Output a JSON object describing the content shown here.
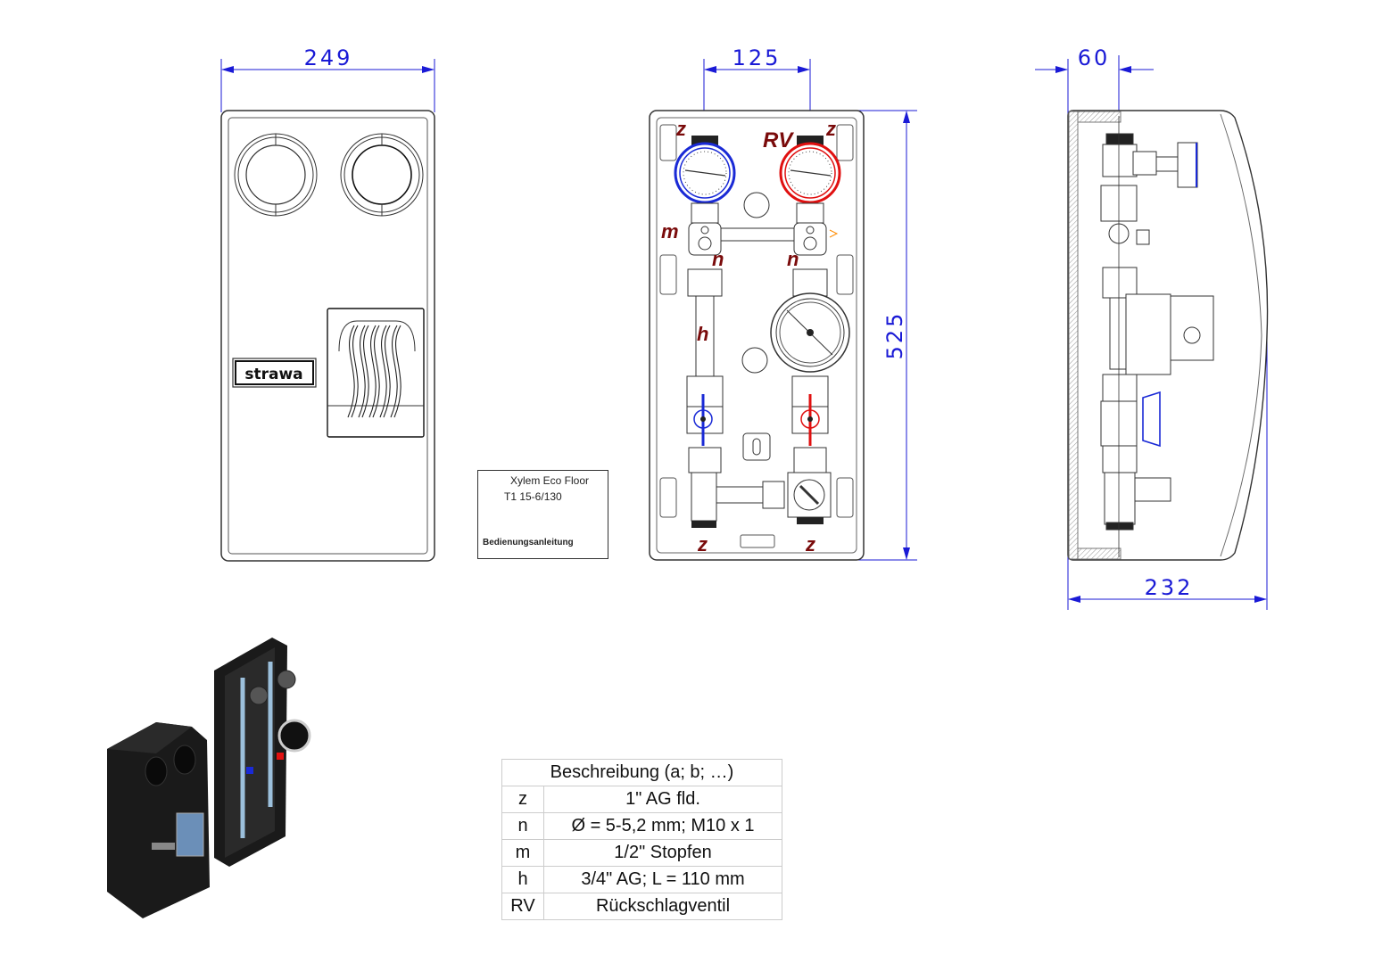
{
  "dimensions": {
    "front_width": "249",
    "axis_spacing": "125",
    "height": "525",
    "wall_offset": "60",
    "depth": "232"
  },
  "labels": {
    "z": "z",
    "rv": "RV",
    "m": "m",
    "n": "n",
    "h": "h"
  },
  "brand": {
    "logo_text": "strawa"
  },
  "nameplate": {
    "title": "Xylem Eco Floor",
    "model": "T1 15-6/130",
    "manual": "Bedienungsanleitung"
  },
  "legend": {
    "header": "Beschreibung (a; b; …)",
    "rows": [
      {
        "key": "z",
        "value": "1\" AG fld."
      },
      {
        "key": "n",
        "value": "Ø = 5-5,2 mm; M10 x 1"
      },
      {
        "key": "m",
        "value": "1/2\" Stopfen"
      },
      {
        "key": "h",
        "value": "3/4\" AG; L = 110 mm"
      },
      {
        "key": "RV",
        "value": "Rückschlagventil"
      }
    ]
  },
  "colors": {
    "dimension": "#1a1ad6",
    "label": "#7a0b0b",
    "supply": "#e01010",
    "return": "#1a2ad6",
    "line": "#333333"
  }
}
